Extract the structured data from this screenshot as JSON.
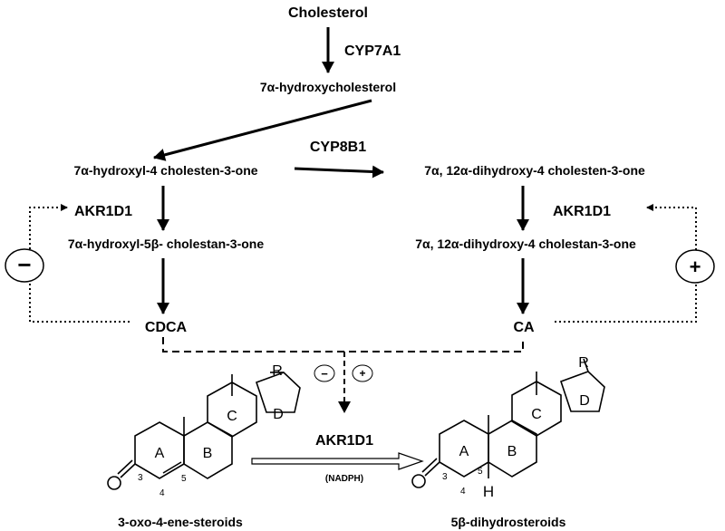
{
  "nodes": {
    "cholesterol": "Cholesterol",
    "hydroxycholesterol": "7α-hydroxycholesterol",
    "hydroxyl4": "7α-hydroxyl-4 cholesten-3-one",
    "dihydroxy4": "7α, 12α-dihydroxy-4 cholesten-3-one",
    "hydroxyl5b": "7α-hydroxyl-5β- cholestan-3-one",
    "dihydroxy4b": "7α, 12α-dihydroxy-4 cholestan-3-one",
    "cdca": "CDCA",
    "ca": "CA"
  },
  "enzymes": {
    "cyp7a1": "CYP7A1",
    "cyp8b1": "CYP8B1",
    "akr_left": "AKR1D1",
    "akr_right": "AKR1D1",
    "akr_center": "AKR1D1",
    "cofactor": "(NADPH)"
  },
  "regulation": {
    "left_sign": "−",
    "right_sign": "+",
    "small_minus": "−",
    "small_plus": "+"
  },
  "structures": {
    "left_label": "3-oxo-4-ene-steroids",
    "right_label": "5β-dihydrosteroids",
    "r_group": "R",
    "ring_a": "A",
    "ring_b": "B",
    "ring_c": "C",
    "ring_d": "D",
    "pos3": "3",
    "pos4": "4",
    "pos5": "5",
    "h_atom": "H"
  }
}
